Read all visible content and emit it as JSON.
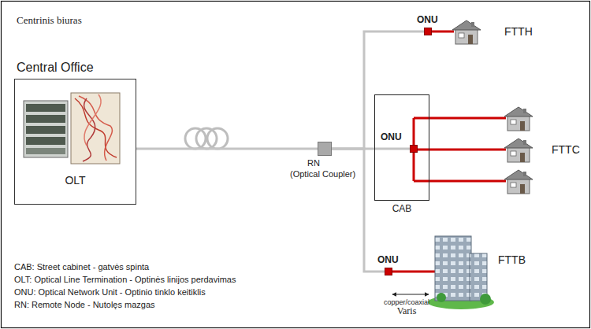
{
  "diagram": {
    "nodes": [
      {
        "text": [
          "Centrinis biuras",
          "Central Office",
          "OLT"
        ]
      },
      {
        "text": [
          "RN",
          "(Optical Coupler)"
        ]
      },
      {
        "text": [
          "ONU"
        ]
      },
      {
        "text": [
          "CAB"
        ]
      },
      {
        "text": [
          "ONU"
        ],
        "in": 3
      },
      {
        "text": [
          "ONU"
        ]
      }
    ],
    "edges": [
      {
        "from": 0,
        "to": 1,
        "arrow": "none"
      },
      {
        "from": 1,
        "to": 2,
        "arrow": "none"
      },
      {
        "from": 1,
        "to": 4,
        "arrow": "none"
      },
      {
        "from": 1,
        "to": 5,
        "arrow": "none"
      }
    ],
    "labels": [
      "FTTH",
      "FTTC",
      "FTTB",
      "copper/coaxial",
      "Varis",
      "CAB: Street cabinet - gatvės spinta",
      "OLT: Optical Line Termination - Optinės linijos perdavimas",
      "ONU: Optical Network Unit - Optinio tinklo keitiklis",
      "RN: Remote Node - Nutolęs mazgas"
    ]
  }
}
